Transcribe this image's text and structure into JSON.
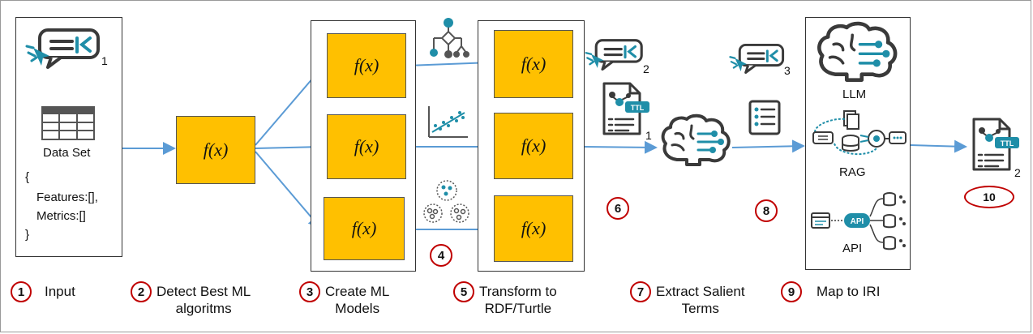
{
  "input_box": {
    "dataset_label": "Data Set",
    "json_lines": [
      "{",
      "Features:[],",
      "Metrics:[]",
      "}"
    ],
    "chat_sub": "1"
  },
  "fx_label": "f(x)",
  "output_labels": {
    "chat2_sub": "2",
    "ttl1_sub": "1",
    "chat3_sub": "3",
    "ttl2_sub": "2",
    "ttl_badge": "TTL"
  },
  "map_box": {
    "llm_label": "LLM",
    "rag_label": "RAG",
    "api_label": "API",
    "api_badge": "API"
  },
  "markers": {
    "four": "4",
    "six": "6",
    "eight": "8",
    "ten": "10"
  },
  "steps": [
    {
      "num": "1",
      "label": "Input"
    },
    {
      "num": "2",
      "label": "Detect Best ML\nalgoritms"
    },
    {
      "num": "3",
      "label": "Create ML\nModels"
    },
    {
      "num": "5",
      "label": "Transform to\nRDF/Turtle"
    },
    {
      "num": "7",
      "label": "Extract Salient\nTerms"
    },
    {
      "num": "9",
      "label": "Map to IRI"
    }
  ],
  "colors": {
    "accent_yellow": "#ffc000",
    "arrow_blue": "#5b9bd5",
    "marker_red": "#c00000",
    "icon_teal": "#1f8ea8",
    "icon_gray": "#555555"
  }
}
